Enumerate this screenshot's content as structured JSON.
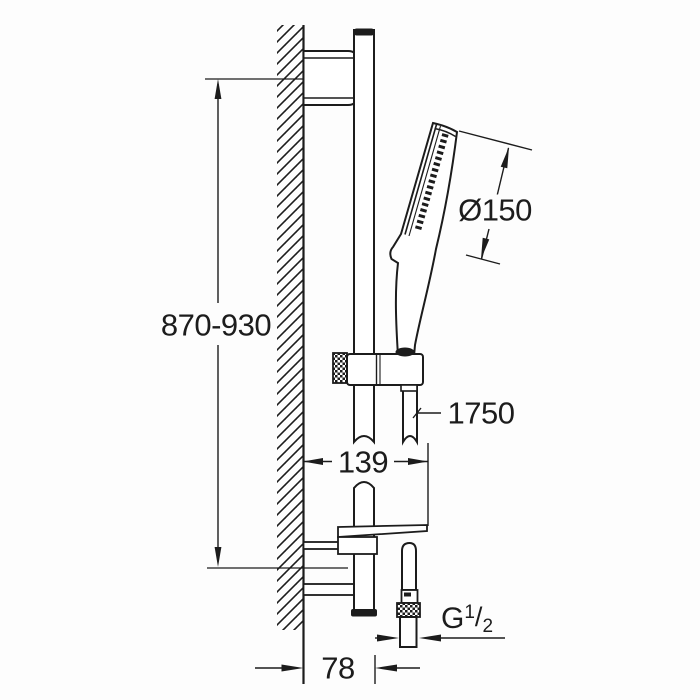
{
  "drawing": {
    "description": "Technical dimension drawing of a wall-mounted shower rail set with hand shower, slide holder, shelf and hose",
    "line_color": "#1c1c1c",
    "background_color": "#fdfdfd"
  },
  "labels": {
    "rail_height": "870-930",
    "head_diameter": "Ø150",
    "hose_length": "1750",
    "shelf_reach": "139",
    "wall_offset": "78",
    "thread_g": "G",
    "thread_numerator": "1",
    "thread_slash": "/",
    "thread_denominator": "2"
  }
}
